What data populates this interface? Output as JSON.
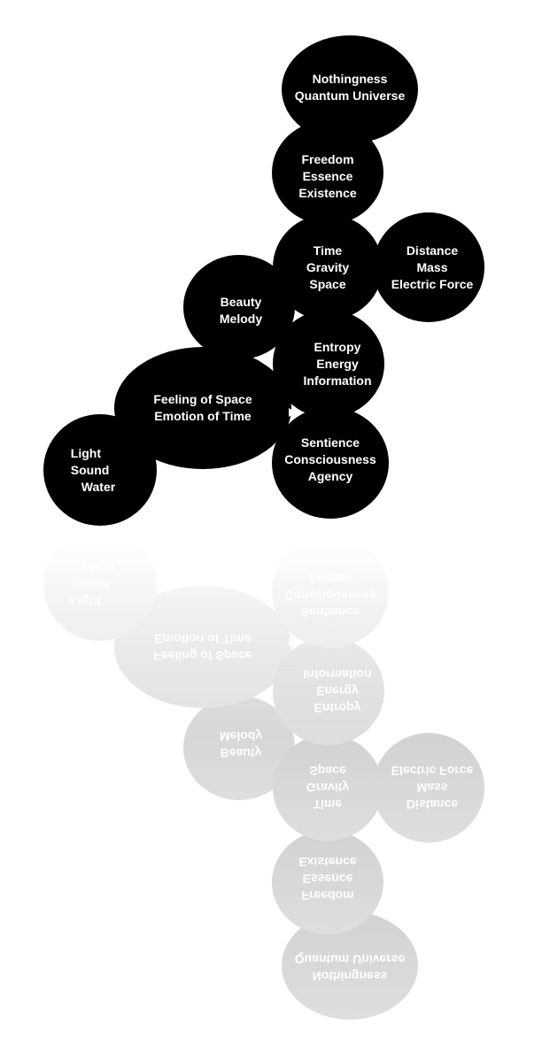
{
  "bubbles": {
    "nothingness": [
      "Nothingness",
      "Quantum Universe"
    ],
    "freedom": [
      "Freedom",
      "Essence",
      "Existence"
    ],
    "time": [
      "Time",
      "Gravity",
      "Space"
    ],
    "distance": [
      "Distance",
      "Mass",
      "Electric Force"
    ],
    "beauty": [
      "Beauty",
      "Melody"
    ],
    "entropy": [
      "Entropy",
      "Energy",
      "Information"
    ],
    "feeling": [
      "Feeling of Space",
      "Emotion of Time"
    ],
    "sentience": [
      "Sentience",
      "Consciousness",
      "Agency"
    ],
    "light": [
      "Light",
      "Sound",
      "Water"
    ]
  },
  "colors": {
    "bubble": "#000000",
    "text": "#ffffff",
    "background": "#ffffff"
  }
}
